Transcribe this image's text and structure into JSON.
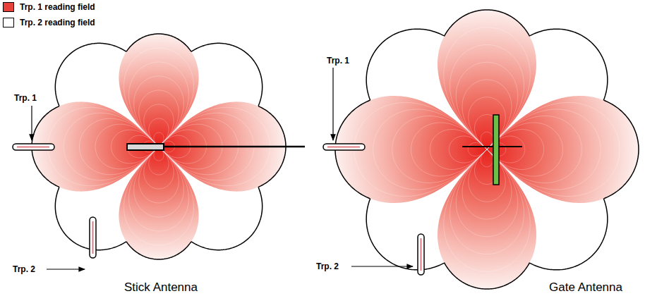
{
  "diagram": {
    "labels": [
      "Trp. 1",
      "Trp. 2",
      "Stick Antenna",
      "Trp. 1",
      "Trp. 2",
      "Gate Antenna"
    ],
    "legend": [
      {
        "text": "Trp. 1 reading field",
        "color": "#e8403a"
      },
      {
        "text": "Trp. 2 reading field",
        "color": "#ffffff"
      }
    ]
  }
}
